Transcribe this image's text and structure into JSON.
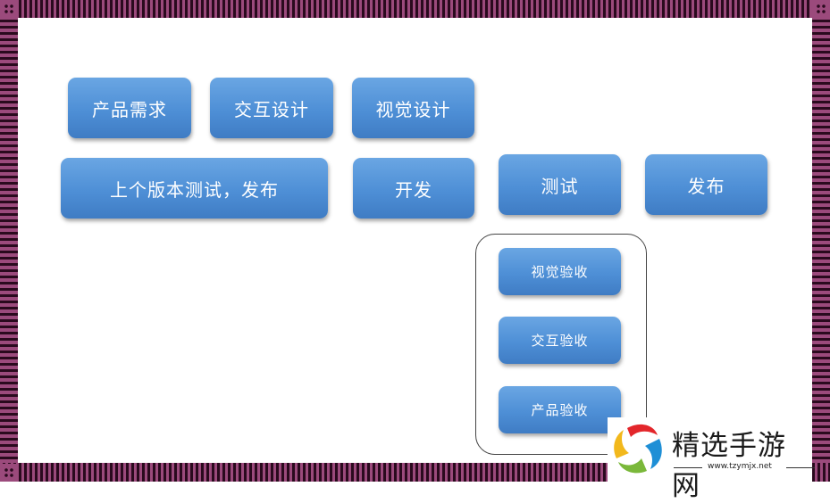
{
  "diagram": {
    "row1": [
      {
        "label": "产品需求"
      },
      {
        "label": "交互设计"
      },
      {
        "label": "视觉设计"
      }
    ],
    "row2": [
      {
        "label": "上个版本测试，发布"
      },
      {
        "label": "开发"
      },
      {
        "label": "测试"
      },
      {
        "label": "发布"
      }
    ],
    "acceptance_group": [
      {
        "label": "视觉验收"
      },
      {
        "label": "交互验收"
      },
      {
        "label": "产品验收"
      }
    ]
  },
  "watermark": {
    "title": "精选手游网",
    "url": "www.tzymjx.net"
  },
  "colors": {
    "box_top": "#6aa6e3",
    "box_bottom": "#3f7cc4",
    "frame_light": "#9b4a7c",
    "frame_dark": "#2a0a1e"
  }
}
